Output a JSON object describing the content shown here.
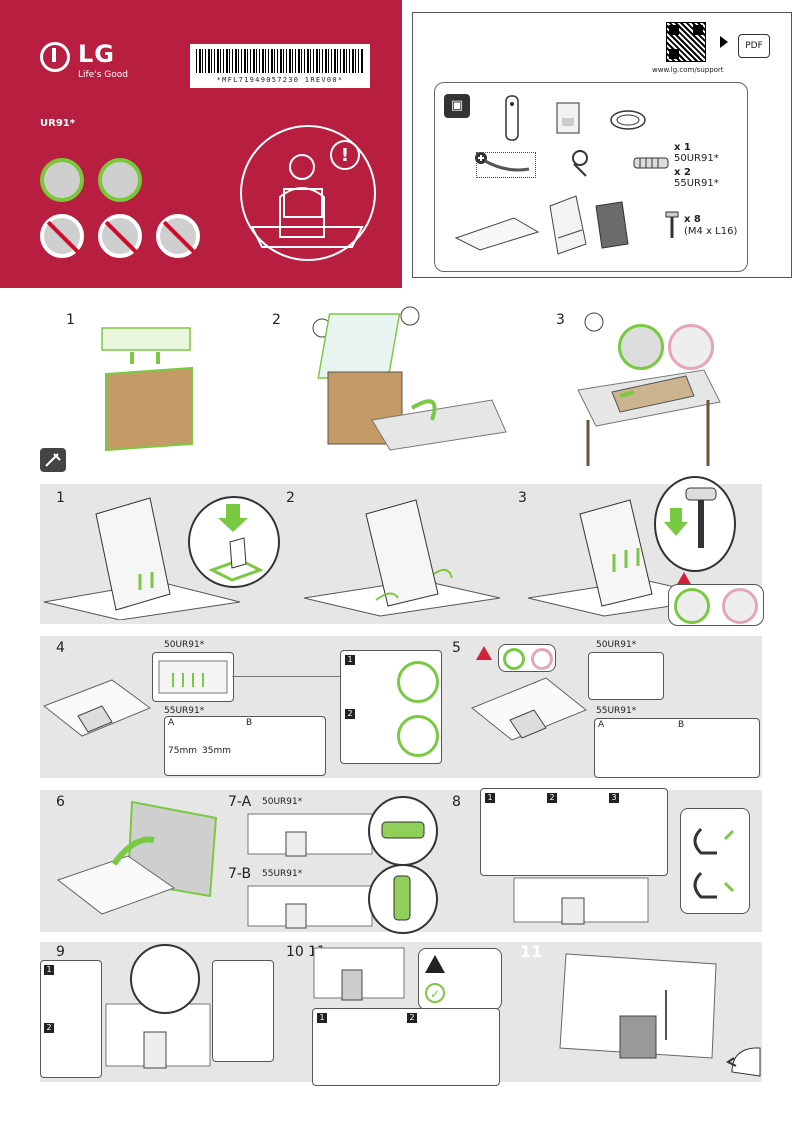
{
  "brand": {
    "logo_text": "LG",
    "tagline": "Life's Good",
    "barcode_text": "*MFL71949057230 1REV00*",
    "model": "UR91*"
  },
  "support": {
    "url": "www.lg.com/support",
    "pdf_label": "PDF"
  },
  "parts": {
    "qty_a": "x 1",
    "model_a": "50UR91*",
    "qty_b": "x 2",
    "model_b": "55UR91*",
    "screw_qty": "x 8",
    "screw_spec": "(M4 x L16)"
  },
  "steps_top": [
    "1",
    "2",
    "3"
  ],
  "steps_stand": [
    "1",
    "2",
    "3"
  ],
  "step4": {
    "num": "4",
    "model_50": "50UR91*",
    "model_55": "55UR91*",
    "label_a": "A",
    "label_b": "B",
    "dim_1": "75mm",
    "dim_2": "35mm",
    "sub_1": "1",
    "sub_2": "2"
  },
  "step5": {
    "num": "5",
    "model_50": "50UR91*",
    "model_55": "55UR91*",
    "label_a": "A",
    "label_b": "B"
  },
  "step6": {
    "num": "6"
  },
  "step7": {
    "num_a": "7-A",
    "model_a": "50UR91*",
    "num_b": "7-B",
    "model_b": "55UR91*"
  },
  "step8": {
    "num": "8",
    "sub": [
      "1",
      "2",
      "3"
    ]
  },
  "step9": {
    "num": "9",
    "sub": [
      "1",
      "2"
    ]
  },
  "step10": {
    "num": "10",
    "num_alt": "11",
    "sub": [
      "1",
      "2"
    ]
  },
  "step11": {
    "num": "11"
  },
  "colors": {
    "brand_red": "#b81e3f",
    "ok_green": "#7ac943",
    "no_red": "#c8102e",
    "band_gray": "#e6e6e6"
  }
}
